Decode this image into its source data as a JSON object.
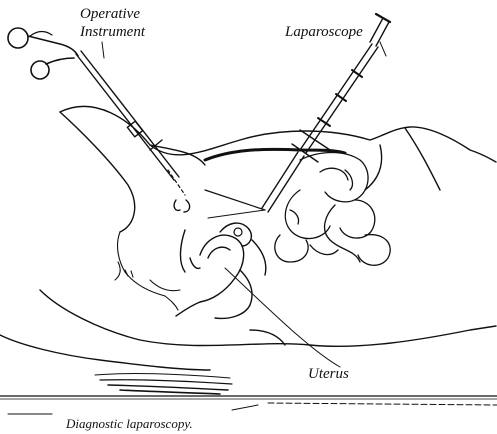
{
  "labels": {
    "operative_instrument_line1": "Operative",
    "operative_instrument_line2": "Instrument",
    "laparoscope": "Laparoscope",
    "uterus": "Uterus"
  },
  "caption": "Diagnostic laparoscopy.",
  "colors": {
    "ink": "#111111",
    "background": "#ffffff"
  }
}
